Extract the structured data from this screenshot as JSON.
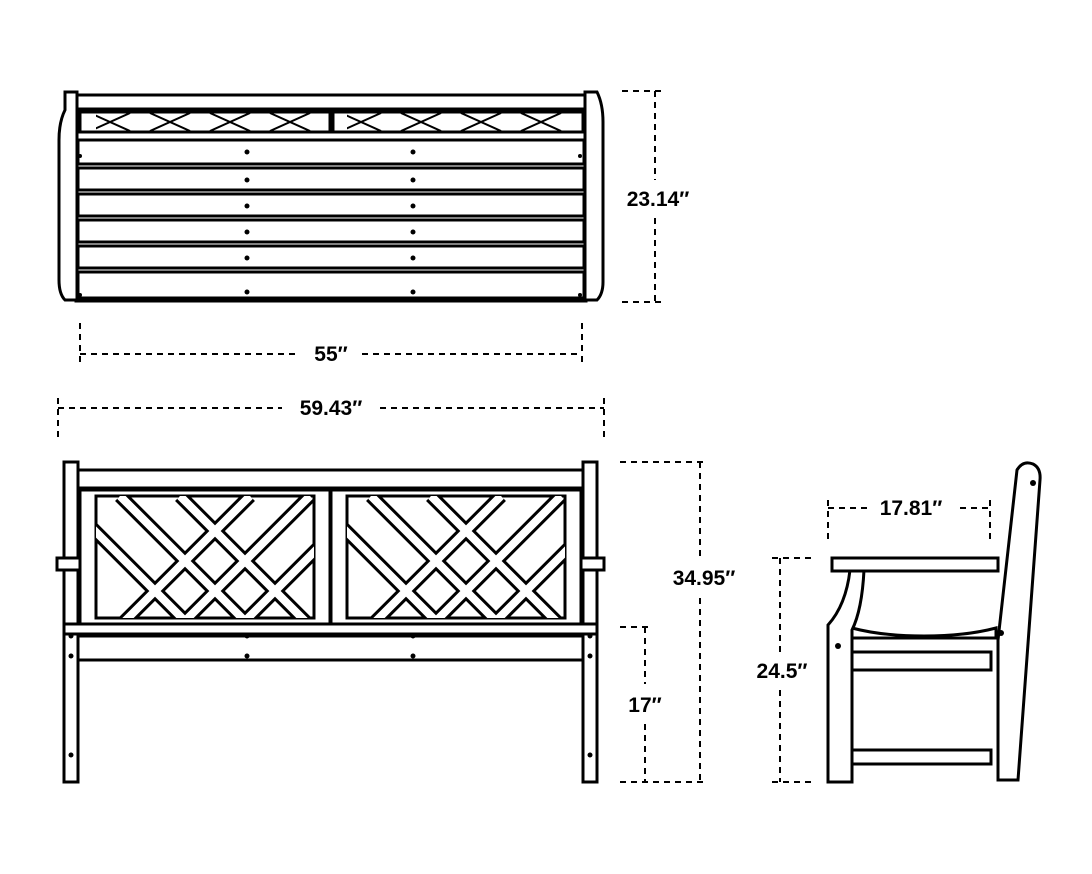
{
  "dimensions": {
    "top_depth": "23.14″",
    "top_seat_width": "55″",
    "overall_width": "59.43″",
    "overall_height": "34.95″",
    "seat_height": "17″",
    "arm_depth": "17.81″",
    "arm_height": "24.5″"
  },
  "colors": {
    "line": "#000000",
    "background": "#ffffff"
  }
}
